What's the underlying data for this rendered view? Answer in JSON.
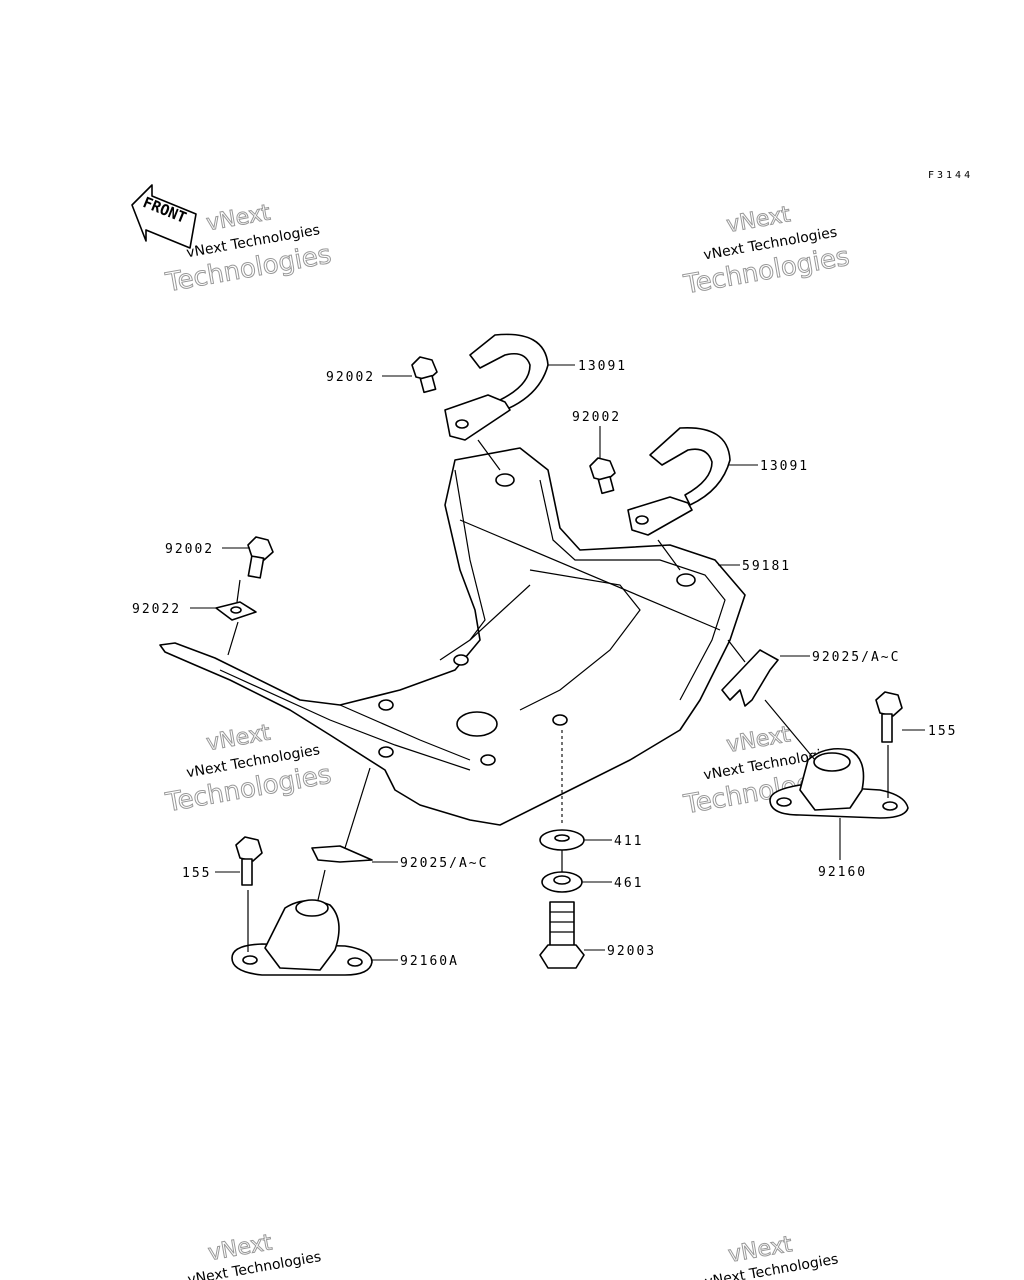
{
  "diagram": {
    "code": "F3144",
    "front_label": "FRONT",
    "watermark": {
      "line1": "vNext Technologies",
      "line2": "vNext",
      "line3": "Technologies"
    },
    "callouts": {
      "c92002_a": "92002",
      "c13091_a": "13091",
      "c92002_b": "92002",
      "c13091_b": "13091",
      "c59181": "59181",
      "c92002_c": "92002",
      "c92022": "92022",
      "c92025_a": "92025/A~C",
      "c155_a": "155",
      "c92160": "92160",
      "c411": "411",
      "c461": "461",
      "c92003": "92003",
      "c92025_b": "92025/A~C",
      "c155_b": "155",
      "c92160A": "92160A"
    }
  }
}
